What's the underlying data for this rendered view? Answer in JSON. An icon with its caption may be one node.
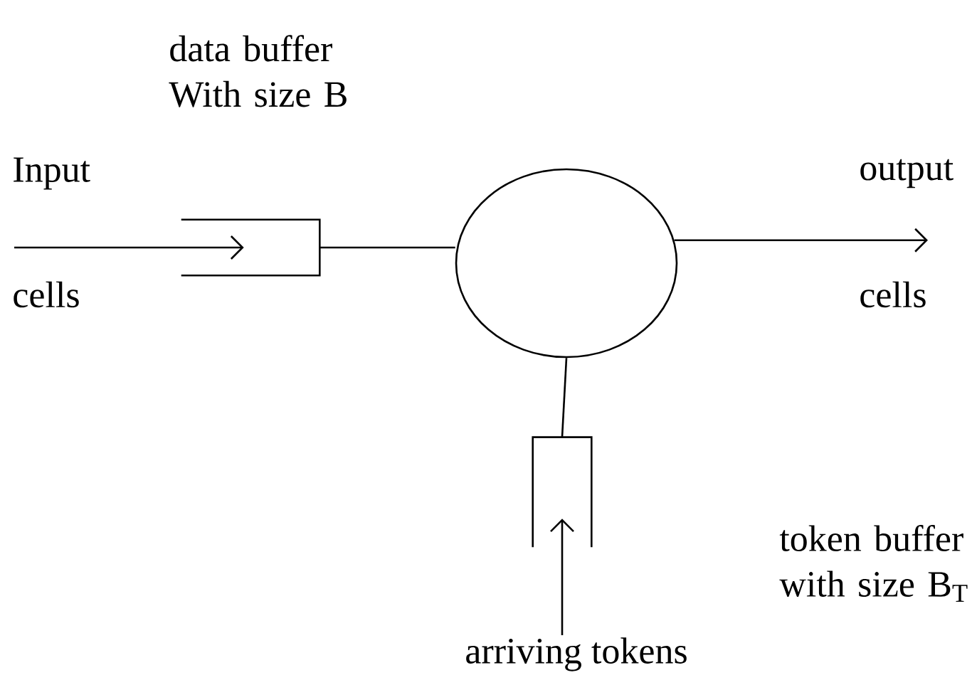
{
  "diagram": {
    "nodes": [
      {
        "text": [],
        "shape": "box"
      },
      {
        "text": [],
        "shape": "circle"
      },
      {
        "text": [],
        "shape": "box"
      },
      {
        "text": [
          "arriving tokens"
        ]
      }
    ],
    "edges": [
      {
        "from": null,
        "to": 0,
        "arrow": "to"
      },
      {
        "from": 0,
        "to": 1,
        "arrow": "none"
      },
      {
        "from": 1,
        "to": null,
        "arrow": "to"
      },
      {
        "from": 2,
        "to": 1,
        "arrow": "none"
      },
      {
        "from": 3,
        "to": 2,
        "arrow": "to"
      }
    ],
    "labels": [
      "data buffer With size B",
      "Input",
      "output",
      "cells",
      "cells",
      "token buffer with size B$_{T}$"
    ]
  }
}
